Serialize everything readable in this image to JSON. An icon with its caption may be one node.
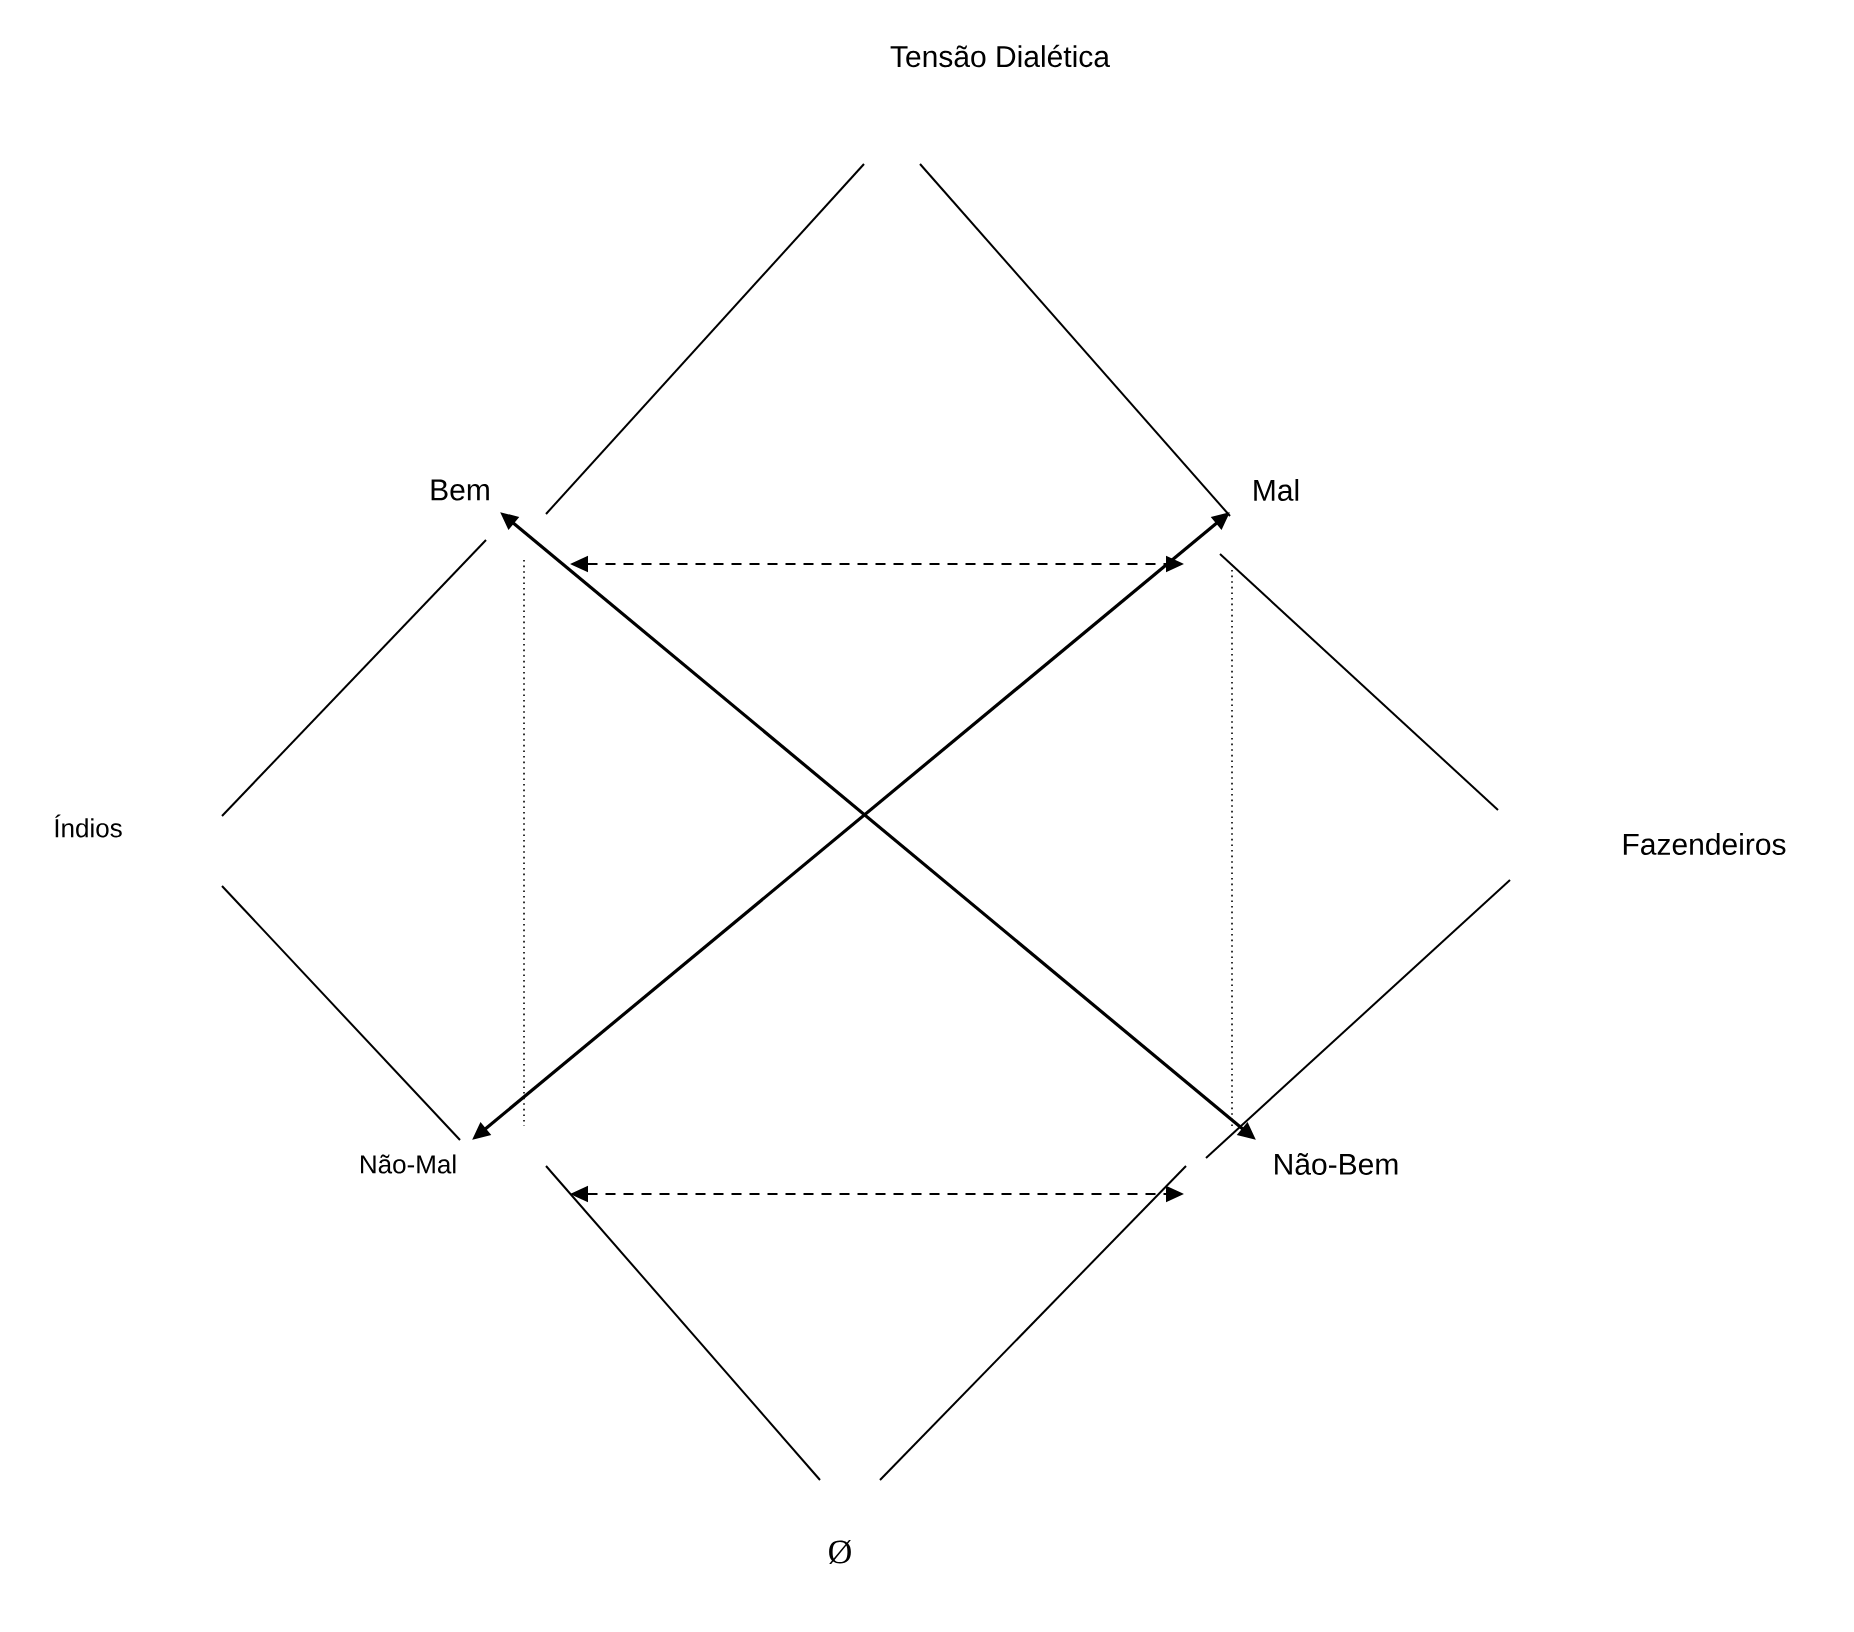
{
  "diagram": {
    "nodes": [
      {
        "text": [
          "Tensão Dialética"
        ]
      },
      {
        "text": [
          "Bem"
        ]
      },
      {
        "text": [
          "Mal"
        ]
      },
      {
        "text": [
          "Índios"
        ]
      },
      {
        "text": [
          "Fazendeiros"
        ]
      },
      {
        "text": [
          "Não-Mal"
        ]
      },
      {
        "text": [
          "Não-Bem"
        ]
      },
      {
        "text": [
          "Ø"
        ]
      }
    ],
    "edges": [
      {
        "from": 0,
        "to": 1,
        "arrow": "none"
      },
      {
        "from": 0,
        "to": 2,
        "arrow": "none"
      },
      {
        "from": 1,
        "to": 3,
        "arrow": "none"
      },
      {
        "from": 3,
        "to": 5,
        "arrow": "none"
      },
      {
        "from": 2,
        "to": 4,
        "arrow": "none"
      },
      {
        "from": 4,
        "to": 6,
        "arrow": "none"
      },
      {
        "from": 5,
        "to": 7,
        "arrow": "none"
      },
      {
        "from": 6,
        "to": 7,
        "arrow": "none"
      },
      {
        "from": 1,
        "to": 2,
        "arrow": "both",
        "style": "dashed"
      },
      {
        "from": 5,
        "to": 6,
        "arrow": "both",
        "style": "dashed"
      },
      {
        "from": 1,
        "to": 5,
        "arrow": "none",
        "style": "dashed"
      },
      {
        "from": 2,
        "to": 6,
        "arrow": "none",
        "style": "dashed"
      },
      {
        "from": 1,
        "to": 6,
        "arrow": "both"
      },
      {
        "from": 2,
        "to": 5,
        "arrow": "both"
      }
    ]
  }
}
